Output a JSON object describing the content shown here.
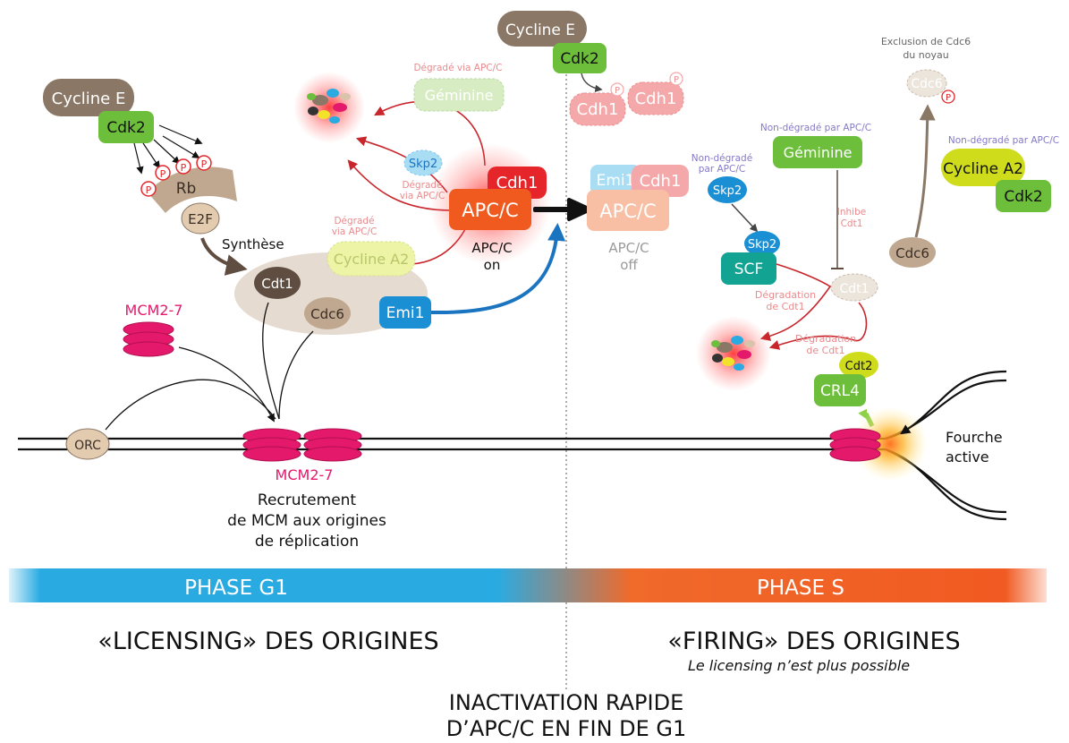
{
  "g1": {
    "cyclin_e": "Cycline E",
    "cdk2": "Cdk2",
    "rb": "Rb",
    "e2f": "E2F",
    "p": "P",
    "synthese": "Synthèse",
    "cdt1": "Cdt1",
    "cdc6": "Cdc6",
    "mcm_label": "MCM2-7",
    "orc": "ORC",
    "mcm_loaded_label": "MCM2-7",
    "recruit_lines": [
      "Recrutement",
      "de MCM aux origines",
      "de réplication"
    ]
  },
  "apc_on": {
    "cdh1": "Cdh1",
    "apcc": "APC/C",
    "status_lines": [
      "APC/C",
      "on"
    ],
    "geminine": "Géminine",
    "geminine_note": "Dégradé via APC/C",
    "skp2": "Skp2",
    "skp2_note_lines": [
      "Dégradé",
      "via APC/C"
    ],
    "cyclin_a2": "Cycline A2",
    "cyclin_a2_note_lines": [
      "Dégradé",
      "via APC/C"
    ],
    "emi1": "Emi1"
  },
  "apc_off": {
    "cyclin_e": "Cycline E",
    "cdk2": "Cdk2",
    "cdh1": "Cdh1",
    "emi1": "Emi1",
    "apcc": "APC/C",
    "status_lines": [
      "APC/C",
      "off"
    ]
  },
  "s_phase": {
    "cdc6_excl_lines": [
      "Exclusion de Cdc6",
      "du noyau"
    ],
    "cdc6": "Cdc6",
    "geminine_note": "Non-dégradé par APC/C",
    "geminine": "Géminine",
    "inhibe_lines": [
      "Inhibe",
      "Cdt1"
    ],
    "skp2_note_lines": [
      "Non-dégradé",
      "par APC/C"
    ],
    "skp2": "Skp2",
    "scf": "SCF",
    "cyclin_a2_note": "Non-dégradé par APC/C",
    "cyclin_a2": "Cycline A2",
    "cdk2": "Cdk2",
    "cdt1": "Cdt1",
    "degr_scf_lines": [
      "Dégradation",
      "de Cdt1"
    ],
    "degr_crl4_lines": [
      "Dégradation",
      "de Cdt1"
    ],
    "cdt2": "Cdt2",
    "crl4": "CRL4",
    "fork_lines": [
      "Fourche",
      "active"
    ]
  },
  "bottom": {
    "phase_g1": "PHASE G1",
    "phase_s": "PHASE S",
    "licensing": "«LICENSING» DES ORIGINES",
    "firing": "«FIRING» DES ORIGINES",
    "licensing_note": "Le licensing n’est plus possible",
    "inactivation_lines": [
      "INACTIVATION RAPIDE",
      "D’APC/C EN FIN DE G1"
    ]
  },
  "colors": {
    "brown": "#8b7766",
    "green": "#6dbf3b",
    "red": "#e5252a",
    "orange": "#f05a1e",
    "blue": "#1b8fd4",
    "pink": "#e4196c",
    "teal": "#13a392",
    "lime": "#cfdc1c",
    "tan": "#d9c3aa"
  }
}
